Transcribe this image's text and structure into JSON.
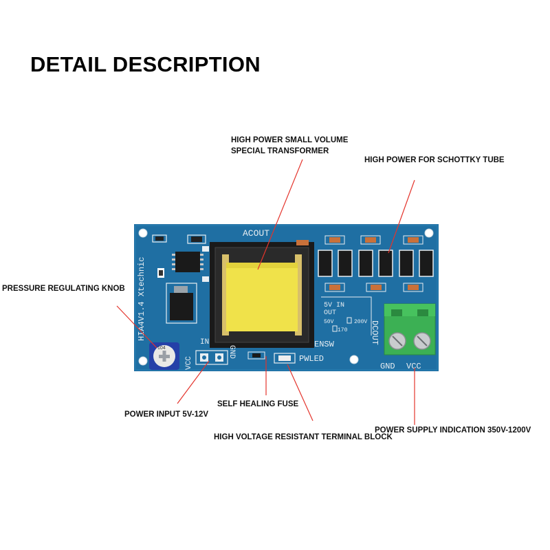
{
  "page": {
    "title": "DETAIL DESCRIPTION"
  },
  "callouts": {
    "transformer_line1": "HIGH POWER SMALL VOLUME",
    "transformer_line2": "SPECIAL TRANSFORMER",
    "schottky": "HIGH POWER FOR SCHOTTKY TUBE",
    "knob": "PRESSURE REGULATING KNOB",
    "fuse": "SELF HEALING FUSE",
    "power_input": "POWER INPUT 5V-12V",
    "terminal_block": "HIGH VOLTAGE RESISTANT TERMINAL BLOCK",
    "power_indication": "POWER SUPPLY INDICATION 350V-1200V"
  },
  "board": {
    "silk_acout": "ACOUT",
    "silk_model": "HIA4V1.4 Xtechnic",
    "silk_in": "IN",
    "silk_vcc_left": "VCC",
    "silk_gnd_left": "GND",
    "silk_ensw": "ENSW",
    "silk_pwled": "PWLED",
    "silk_dcout": "DCOUT",
    "silk_gnd_right": "GND",
    "silk_vcc_right": "VCC",
    "silk_5v_in": "5V IN",
    "silk_out": "OUT",
    "silk_50v": "50V",
    "silk_200v": "200V",
    "silk_170": "170",
    "pot_marking": "104"
  },
  "colors": {
    "pcb": "#1f6fa3",
    "silkscreen": "#e8eef2",
    "transformer_core": "#f0e24a",
    "terminal_block": "#3cb054",
    "potentiometer": "#2540a8"
  }
}
